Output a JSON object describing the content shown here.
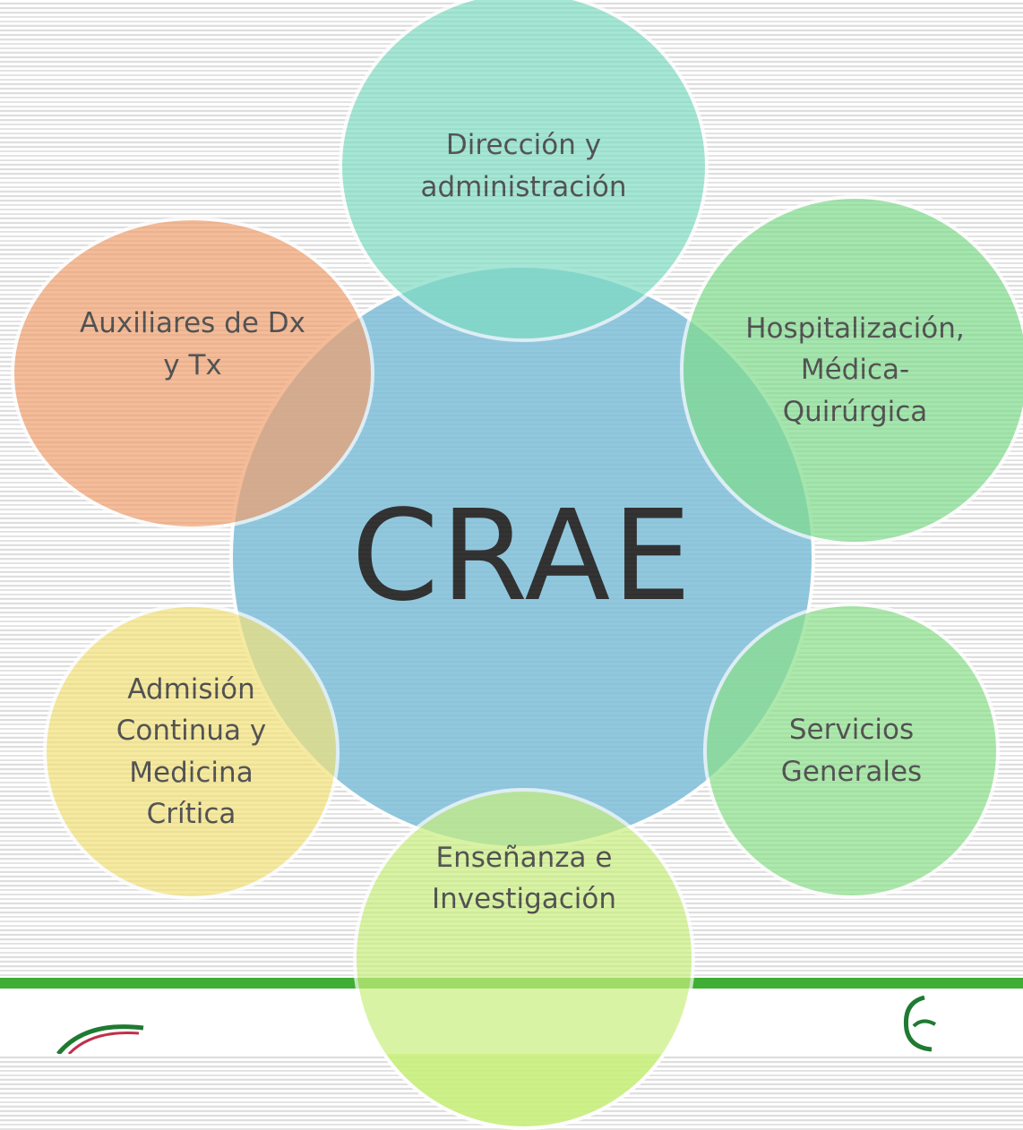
{
  "diagram": {
    "center": {
      "label": "CRAE",
      "color": "#7fbfd9"
    },
    "satellites": [
      {
        "id": "direccion",
        "label": "Dirección y\nadministración",
        "color": "#7fdcc3"
      },
      {
        "id": "hospitalizacion",
        "label": "Hospitalización,\nMédica-\nQuirúrgica",
        "color": "#7fdc8c"
      },
      {
        "id": "servicios",
        "label": "Servicios\nGenerales",
        "color": "#8be08a"
      },
      {
        "id": "ensenanza",
        "label": "Enseñanza e\nInvestigación",
        "color": "#c9ef7e"
      },
      {
        "id": "admision",
        "label": "Admisión\nContinua y\nMedicina\nCrítica",
        "color": "#f3e27a"
      },
      {
        "id": "auxiliares",
        "label": "Auxiliares de Dx\ny Tx",
        "color": "#f0a06e"
      }
    ]
  },
  "footer": {
    "band_color": "#3fae34",
    "logo_colors": [
      "#1f7a32",
      "#c0304a"
    ]
  }
}
